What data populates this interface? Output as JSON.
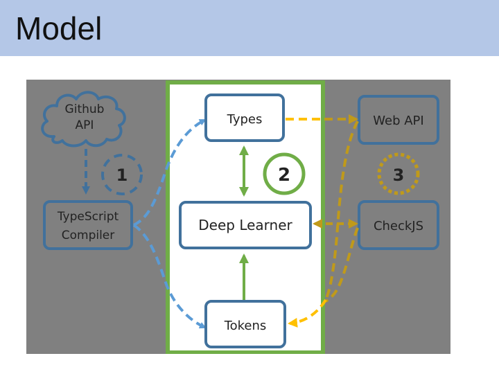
{
  "slide": {
    "title": "Model"
  },
  "diagram": {
    "nodes": {
      "github_api": [
        "Github",
        "API"
      ],
      "typescript_compiler": [
        "TypeScript",
        "Compiler"
      ],
      "types": "Types",
      "deep_learner": "Deep Learner",
      "tokens": "Tokens",
      "web_api": "Web API",
      "checkjs": "CheckJS"
    },
    "steps": [
      "1",
      "2",
      "3"
    ]
  },
  "colors": {
    "title_bar": "#b4c7e7",
    "diagram_background": "#808080",
    "node_border": "#41719c",
    "node_fill": "#ffffff",
    "model_box_border": "#70ad47",
    "arrow_blue": "#5b9bd5",
    "arrow_green": "#70ad47",
    "arrow_gold": "#c09a1a",
    "arrow_orange": "#ffc000"
  }
}
